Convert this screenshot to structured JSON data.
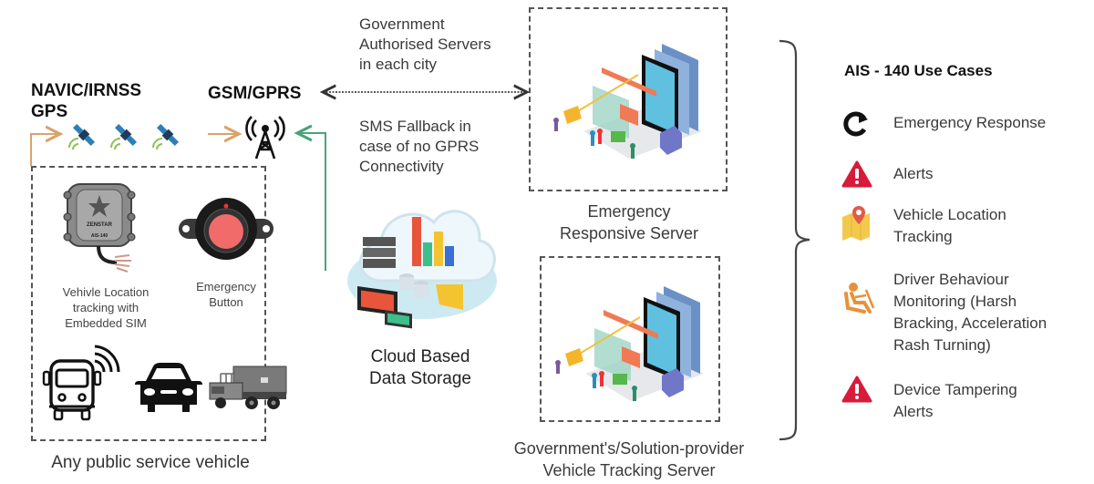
{
  "title": "AIS-140 Vehicle Tracking System Architecture",
  "labels": {
    "navic_line1": "NAVIC/IRNSS",
    "navic_line2": "GPS",
    "gsm": "GSM/GPRS",
    "gov_servers_l1": "Government",
    "gov_servers_l2": "Authorised Servers",
    "gov_servers_l3": "in each city",
    "sms_l1": "SMS Fallback in",
    "sms_l2": "case of no GPRS",
    "sms_l3": "Connectivity",
    "cloud_l1": "Cloud Based",
    "cloud_l2": "Data Storage",
    "ers_l1": "Emergency",
    "ers_l2": "Responsive Server",
    "vts_l1": "Government's/Solution-provider",
    "vts_l2": "Vehicle Tracking Server",
    "vehicle_box_caption": "Any public service vehicle",
    "device_l1": "Vehivle Location",
    "device_l2": "tracking with",
    "device_l3": "Embedded SIM",
    "device_brand": "ZENSTAR",
    "device_model": "AIS-140",
    "button_l1": "Emergency",
    "button_l2": "Button"
  },
  "use_cases": {
    "heading": "AIS - 140 Use Cases",
    "items": [
      {
        "icon": "refresh-icon",
        "lines": [
          "Emergency Response"
        ]
      },
      {
        "icon": "warning-icon",
        "lines": [
          "Alerts"
        ]
      },
      {
        "icon": "map-pin-icon",
        "lines": [
          "Vehicle Location",
          "Tracking"
        ]
      },
      {
        "icon": "driver-seat-icon",
        "lines": [
          "Driver Behaviour",
          "Monitoring (Harsh",
          "Bracking, Acceleration",
          "Rash Turning)"
        ]
      },
      {
        "icon": "warning-icon",
        "lines": [
          "Device Tampering",
          "Alerts"
        ]
      }
    ]
  },
  "colors": {
    "gps_arrow": "#d9a36a",
    "sms_arrow": "#4aa37a",
    "alert_red": "#d81b3a",
    "driver_orange": "#e8913a",
    "map_yellow": "#f2c94c",
    "emergency_button": "#f26b6b"
  }
}
